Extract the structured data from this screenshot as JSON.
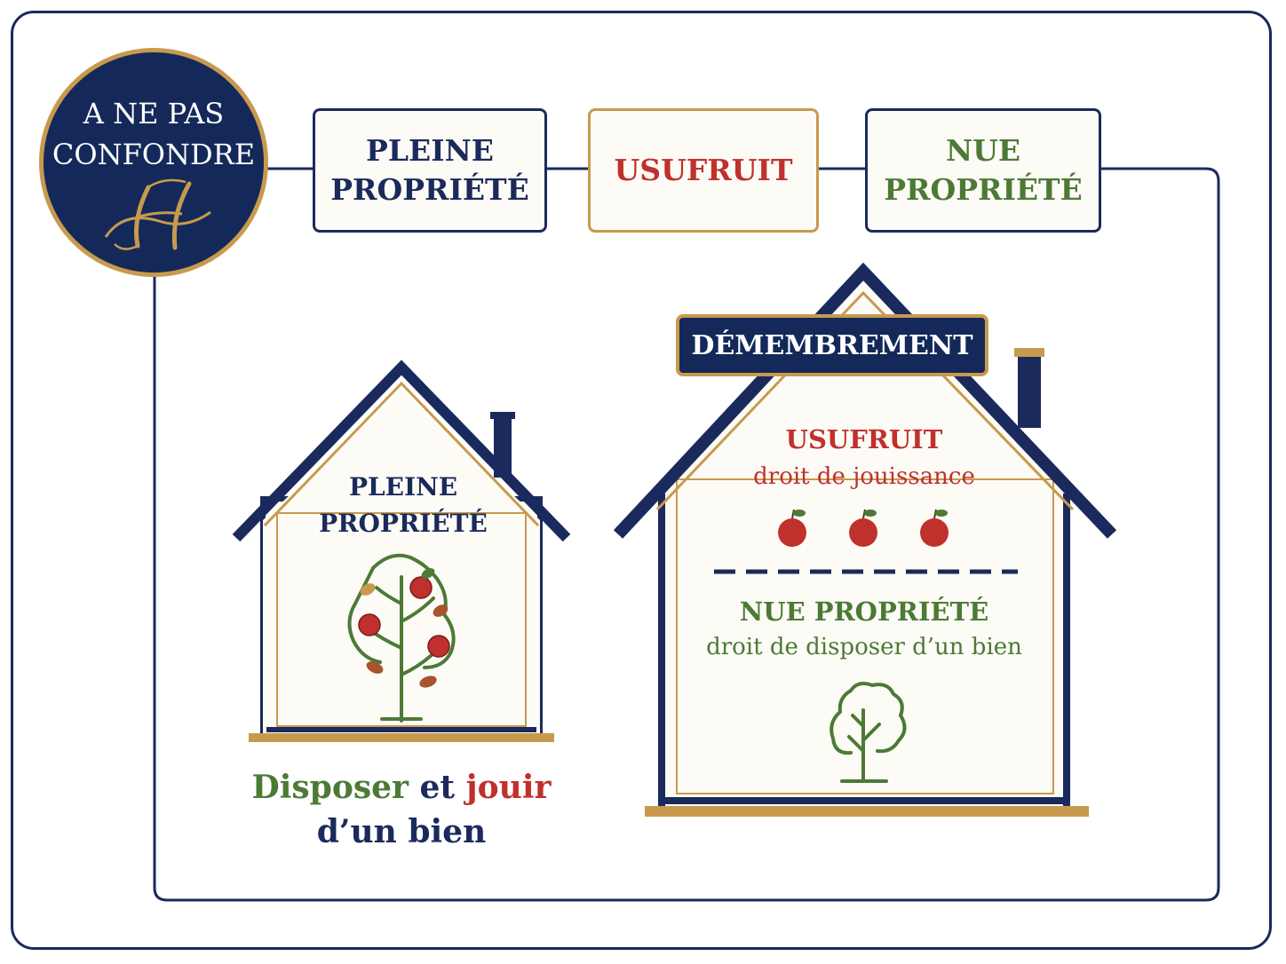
{
  "badge": {
    "line1": "A NE PAS",
    "line2": "CONFONDRE",
    "logo_letter": "H"
  },
  "header_boxes": [
    {
      "line1": "PLEINE",
      "line2": "PROPRIÉTÉ"
    },
    {
      "line1": "USUFRUIT"
    },
    {
      "line1": "NUE",
      "line2": "PROPRIÉTÉ"
    }
  ],
  "house_left": {
    "title_line1": "PLEINE",
    "title_line2": "PROPRIÉTÉ",
    "icon": "apple-tree-icon"
  },
  "caption": {
    "word1": "Disposer",
    "word2": "et",
    "word3": "jouir",
    "line2": "d’un bien"
  },
  "house_right": {
    "banner": "DÉMEMBREMENT",
    "usufruit_title": "USUFRUIT",
    "usufruit_sub": "droit de jouissance",
    "apples_count": 3,
    "nue_title": "NUE PROPRIÉTÉ",
    "nue_sub": "droit de disposer d’un bien",
    "icon": "tree-icon"
  },
  "colors": {
    "navy": "#1b2a5c",
    "gold": "#c79a4e",
    "red": "#c0302c",
    "green": "#4c7a35",
    "cream": "#fdfbf6"
  }
}
